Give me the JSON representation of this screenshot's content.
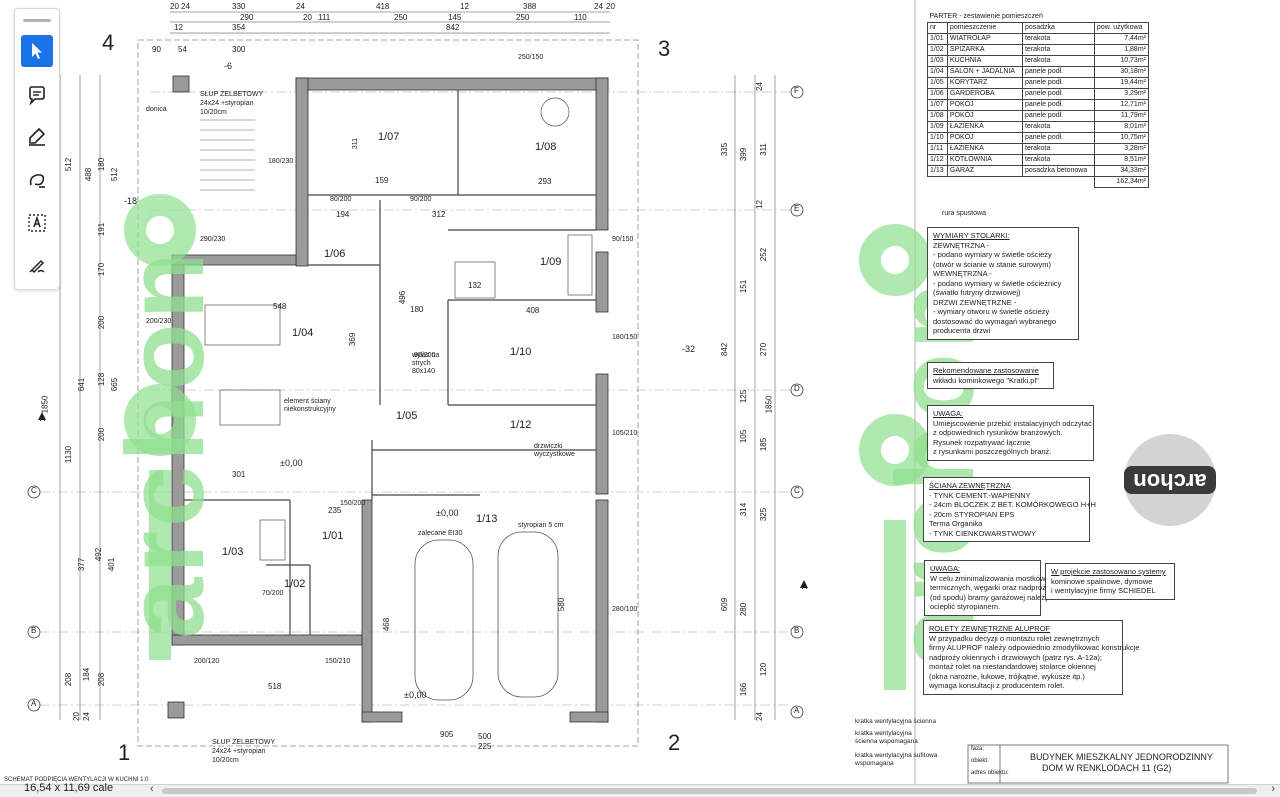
{
  "status": {
    "page_size": "16,54 x 11,69 cale"
  },
  "toolbar": {
    "tools": [
      "select-tool",
      "comment-tool",
      "highlight-tool",
      "draw-tool",
      "text-box-tool",
      "signature-tool"
    ]
  },
  "plan": {
    "corner_numbers": [
      "4",
      "3",
      "1",
      "2"
    ],
    "axes_right": [
      "F",
      "E",
      "D",
      "C",
      "B",
      "A"
    ],
    "axes_left": [
      "C",
      "B",
      "A"
    ],
    "dims_top": [
      "20",
      "24",
      "330",
      "24",
      "418",
      "12",
      "388",
      "24",
      "20",
      "290",
      "20",
      "111",
      "250",
      "145",
      "250",
      "110",
      "12",
      "354",
      "842",
      "90",
      "54",
      "300"
    ],
    "dims_right_outer": [
      "335",
      "842",
      "609",
      "1850"
    ],
    "dims_right_inner": [
      "399",
      "311",
      "252",
      "151",
      "270",
      "125",
      "105",
      "185",
      "314",
      "325",
      "280",
      "120",
      "166",
      "24",
      "12",
      "24"
    ],
    "dims_left": [
      "512",
      "488",
      "180",
      "512",
      "191",
      "170",
      "200",
      "641",
      "128",
      "665",
      "200",
      "1130",
      "1850",
      "377",
      "492",
      "401",
      "208",
      "184",
      "208",
      "24",
      "20"
    ],
    "rooms": [
      "1/07",
      "1/08",
      "1/06",
      "1/09",
      "1/04",
      "1/10",
      "1/05",
      "1/12",
      "1/01",
      "1/13",
      "1/03",
      "1/02"
    ],
    "room_dims": [
      "311",
      "159",
      "293",
      "194",
      "312",
      "408",
      "548",
      "369",
      "496",
      "180",
      "132",
      "235",
      "301",
      "468",
      "580",
      "518",
      "905",
      "500",
      "225"
    ],
    "openings": [
      "80/200",
      "90/200",
      "180/230",
      "290/230",
      "200/230",
      "250/150",
      "90/150",
      "180/150",
      "105/210",
      "150/200",
      "200/120",
      "150/210",
      "280/100",
      "70/200",
      "80/200"
    ],
    "labels": {
      "column_top": "SŁUP ŻELBETOWY 24x24 +styropian 10/20cm",
      "column_bottom": "SŁUP ŻELBETOWY 24x24 +styropian 10/20cm",
      "donica": "donica",
      "element": "element ściany niekonstrukcyjny",
      "hatch": "wyłaz na strych 80x140",
      "drzwiczki": "drzwiczki wyczystkowe",
      "zero1": "±0,00",
      "zero2": "±0,00",
      "zero3": "±0,00",
      "zolecane": "zalecane EI30",
      "styropian": "styropian 5 cm",
      "sect_a": "A",
      "level_m32": "-32",
      "level_m6": "-6",
      "level_m18": "-18",
      "bottom_left_note": "SCHEMAT PODPIĘCIA WENTYLACJI W KUCHNI 1:0"
    },
    "watermark": "archon",
    "stamp_logo": "archon"
  },
  "room_table": {
    "title": "PARTER - zestawienie pomieszczeń",
    "headers": [
      "nr",
      "pomieszczenie",
      "posadzka",
      "pow. użytkowa"
    ],
    "rows": [
      [
        "1/01",
        "WIATROŁAP",
        "terakota",
        "7,44m²"
      ],
      [
        "1/02",
        "SPIŻARKA",
        "terakota",
        "1,88m²"
      ],
      [
        "1/03",
        "KUCHNIA",
        "terakota",
        "10,73m²"
      ],
      [
        "1/04",
        "SALON + JADALNIA",
        "panele podł.",
        "30,18m²"
      ],
      [
        "1/05",
        "KORYTARZ",
        "panele podł.",
        "19,44m²"
      ],
      [
        "1/06",
        "GARDEROBA",
        "panele podł.",
        "3,29m²"
      ],
      [
        "1/07",
        "POKÓJ",
        "panele podł.",
        "12,71m²"
      ],
      [
        "1/08",
        "POKÓJ",
        "panele podł.",
        "11,79m²"
      ],
      [
        "1/09",
        "ŁAZIENKA",
        "terakota",
        "8,01m²"
      ],
      [
        "1/10",
        "POKÓJ",
        "panele podł.",
        "10,75m²"
      ],
      [
        "1/11",
        "ŁAZIENKA",
        "terakota",
        "3,28m²"
      ],
      [
        "1/12",
        "KOTŁOWNIA",
        "terakota",
        "8,51m²"
      ],
      [
        "1/13",
        "GARAŻ",
        "posadzka betonowa",
        "34,33m²"
      ]
    ],
    "total": "162,34m²"
  },
  "notes": {
    "rura": "rura spustowa",
    "stolarka": [
      "WYMIARY STOLARKI:",
      "ZEWNĘTRZNA -",
      "- podano wymiary w świetle ościeży",
      "(otwór w ścianie w stanie surowym)",
      "WEWNĘTRZNA -",
      "- podano wymiary w świetle ościeżnicy",
      "(światło futryny drzwiowej)",
      "DRZWI ZEWNĘTRZNE -",
      "- wymiary otworu w świetle ościeży",
      "dostosować do wymagań wybranego",
      "producenta drzwi"
    ],
    "kominek": [
      "Rekomendowane zastosowanie",
      "wkładu kominkowego \"Kratki.pl\""
    ],
    "uwaga1": [
      "UWAGA:",
      "Umiejscowienie przebić instalacyjnych odczytać",
      "z odpowiednich rysunków branżowych.",
      "Rysunek rozpatrywać łącznie",
      "z rysunkami poszczególnych branż."
    ],
    "sciana": [
      "ŚCIANA ZEWNĘTRZNA",
      "- TYNK CEMENT.-WAPIENNY",
      "- 24cm BLOCZEK Z BET. KOMÓRKOWEGO H+H",
      "- 20cm STYROPIAN EPS",
      "Terma Organika",
      "- TYNK CIENKOWARSTWOWY"
    ],
    "uwaga2": [
      "UWAGA:",
      "W celu zminimalizowania mostków",
      "termicznych, węgarki oraz nadproże",
      "(od spodu) bramy garażowej należy",
      "ocieplić styropianem."
    ],
    "schiedel": [
      "W projekcie zastosowano systemy",
      "kominowe spalinowe, dymowe",
      "i wentylacyjne firmy SCHIEDEL"
    ],
    "rolety": [
      "ROLETY ZEWNĘTRZNE ALUPROF",
      "W przypadku decyzji o montażu rolet zewnętrznych",
      "firmy ALUPROF należy odpowiednio zmodyfikować konstrukcje",
      "nadproży okiennych i drzwiowych (patrz rys. A-12a);",
      "montaż rolet na niestandardowej stolarce okiennej",
      "(okna narożne, łukowe, trójkątne, wykusze itp.)",
      "wymaga konsultacji z producentem rolet."
    ],
    "vents": [
      "kratka wentylacyjna ścienna",
      "kratka wentylacyjna ścienna wspomagana",
      "kratka wentylacyjna sufitowa wspomagana"
    ],
    "title_block": {
      "fields": [
        "faza:",
        "obiekt:",
        "adres obiektu:"
      ],
      "line1": "BUDYNEK MIESZKALNY JEDNORODZINNY",
      "line2": "DOM W RENKLODACH 11 (G2)"
    }
  },
  "colors": {
    "accent": "#1a73e8",
    "watermark": "#8fe08f",
    "wall": "#6e6e6e"
  }
}
